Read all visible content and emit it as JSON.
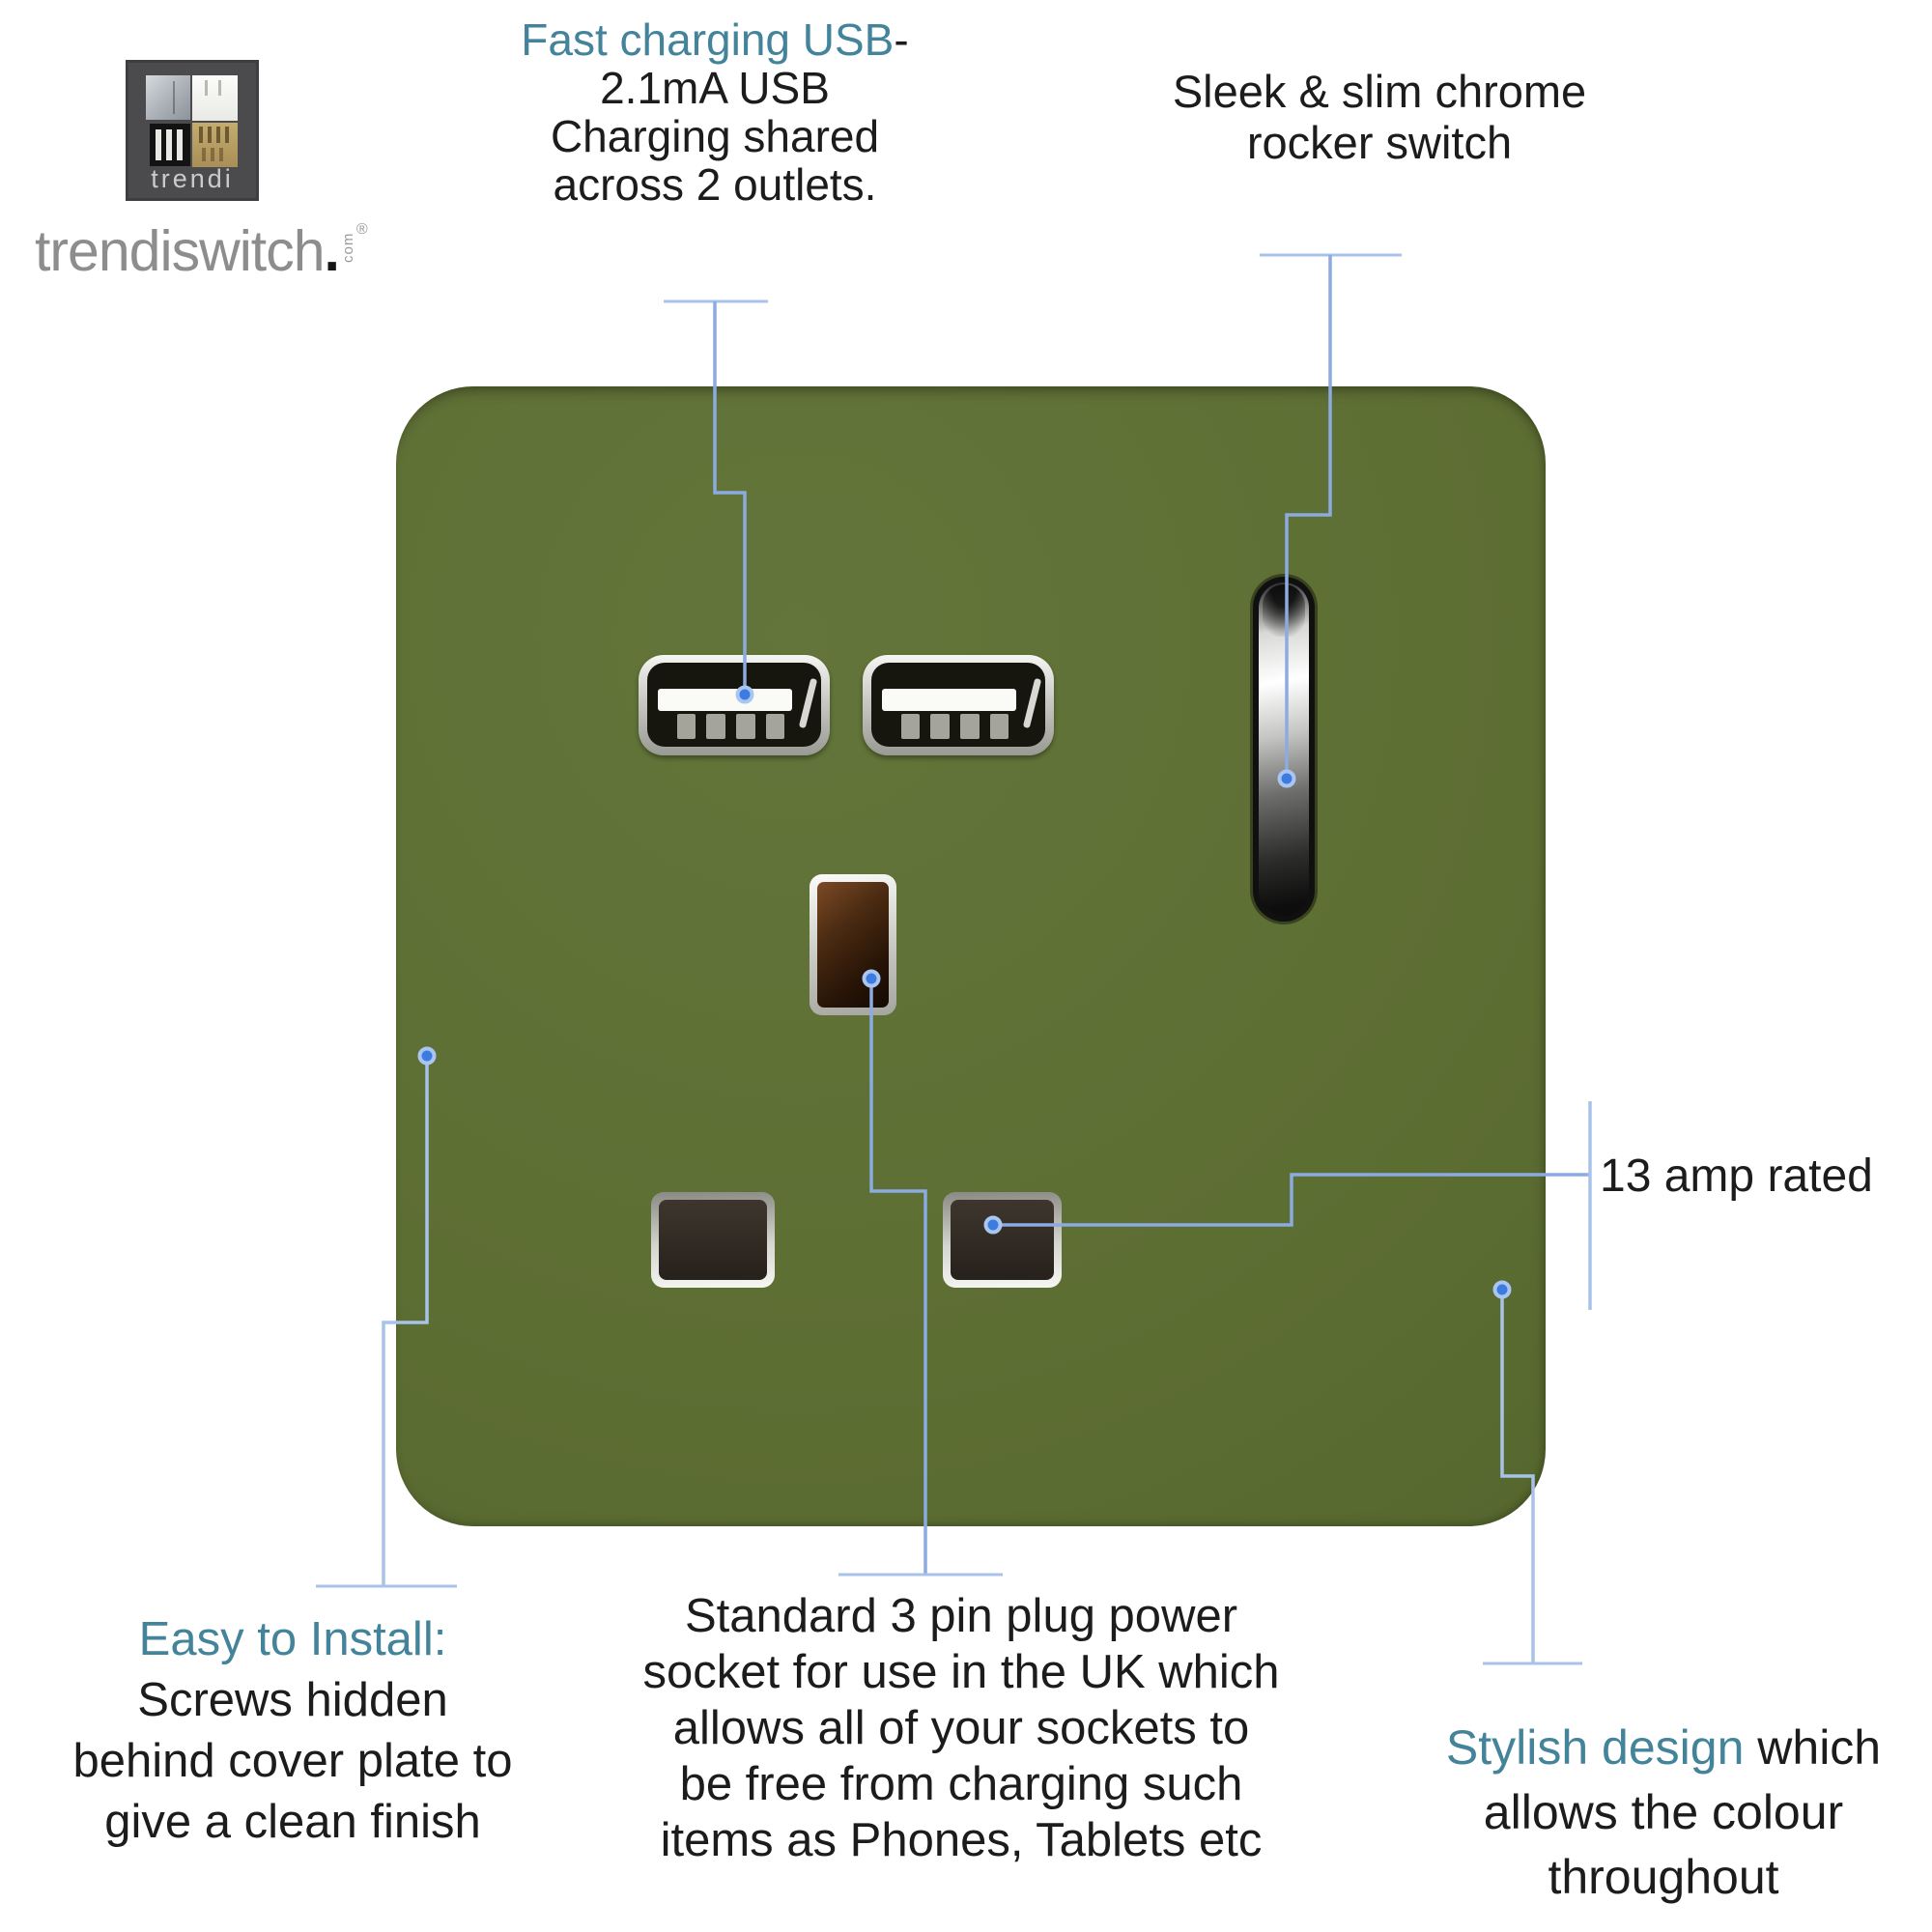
{
  "brand": {
    "logo_label": "trendi",
    "wordmark": "trendiswitch",
    "dot": ".",
    "tld": "com",
    "registered": "®"
  },
  "colors": {
    "accent_teal": "#44849a",
    "plate_green": "#5d6e33",
    "callout_line": "#8cabe0",
    "callout_dot": "#3c7ce0",
    "text_black": "#1c1c1c"
  },
  "annotations": {
    "usb_note": {
      "highlight": "Fast charging USB",
      "dash": "-",
      "lines": [
        "2.1mA USB",
        "Charging shared",
        "across 2 outlets."
      ]
    },
    "rocker_note": {
      "lines": [
        "Sleek & slim chrome",
        "rocker switch"
      ]
    },
    "amp_note": {
      "label": "13 amp rated"
    },
    "install_note": {
      "highlight": "Easy to Install:",
      "lines": [
        "Screws hidden",
        "behind cover plate to",
        "give a clean finish"
      ]
    },
    "socket_note": {
      "lines": [
        "Standard 3 pin plug power",
        "socket for use in the UK which",
        "allows all of your sockets to",
        "be free from charging such",
        "items as Phones, Tablets etc"
      ]
    },
    "stylish_note": {
      "highlight": "Stylish design",
      "rest": " which",
      "lines": [
        "allows the colour",
        "throughout"
      ]
    }
  }
}
